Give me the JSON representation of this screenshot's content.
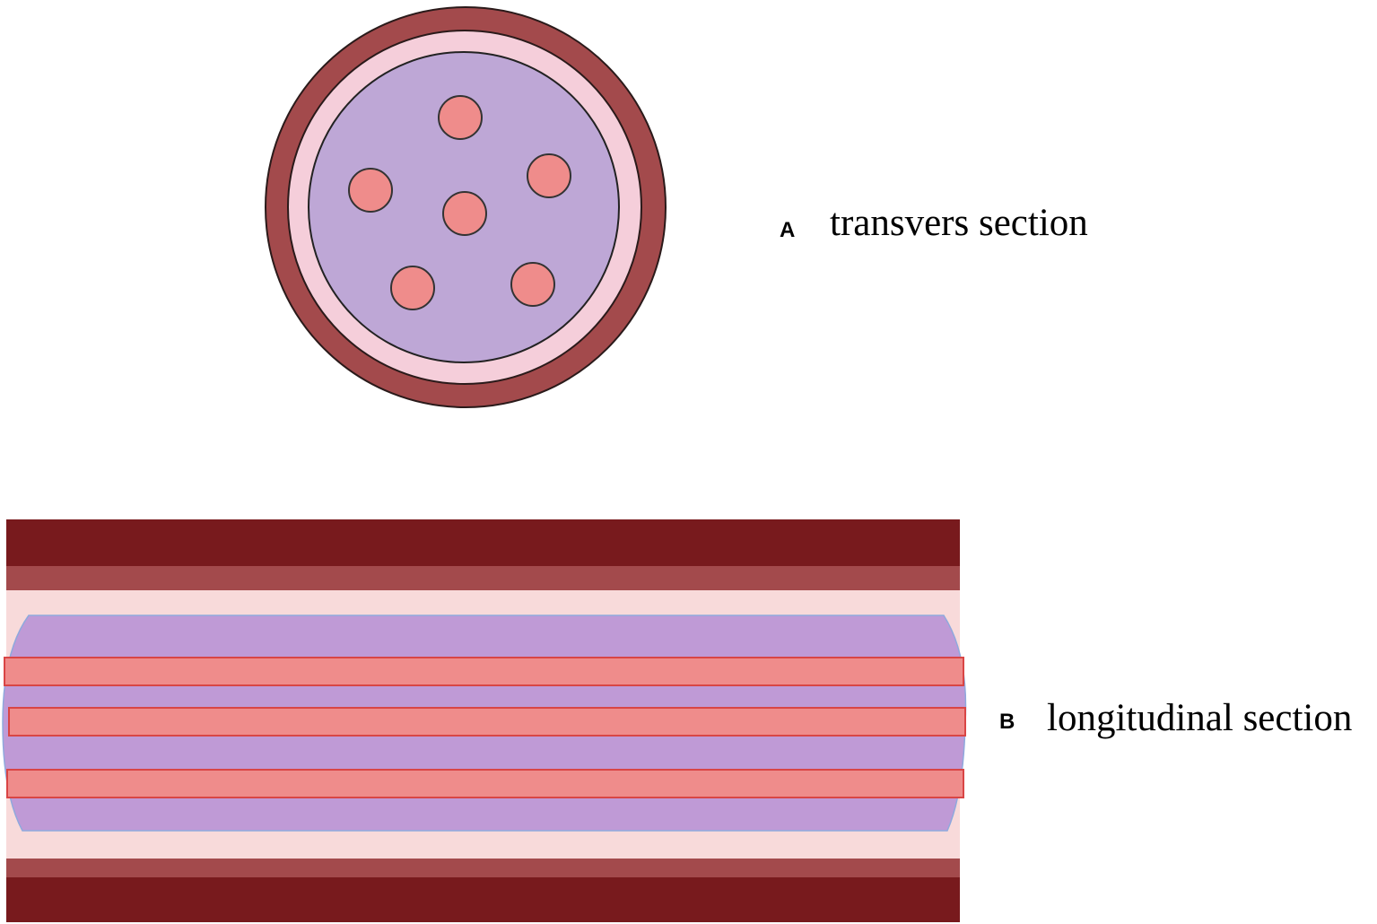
{
  "panels": [
    {
      "letter": "A",
      "caption": "transvers section"
    },
    {
      "letter": "B",
      "caption": "longitudinal section"
    }
  ],
  "colors": {
    "outer_wall": "#A34A4C",
    "outer_wall_dark": "#781A1D",
    "inner_layer": "#F5CEDA",
    "inner_layer_light": "#F8DADA",
    "core": "#BEA7D6",
    "core_longitudinal": "#BF9AD6",
    "channel": "#EF8C8B",
    "channel_stroke": "#D94545",
    "outline": "#222222",
    "core_outline": "#8FA9DD"
  },
  "transverse": {
    "channel_count": 6
  },
  "longitudinal": {
    "channel_count": 3
  }
}
